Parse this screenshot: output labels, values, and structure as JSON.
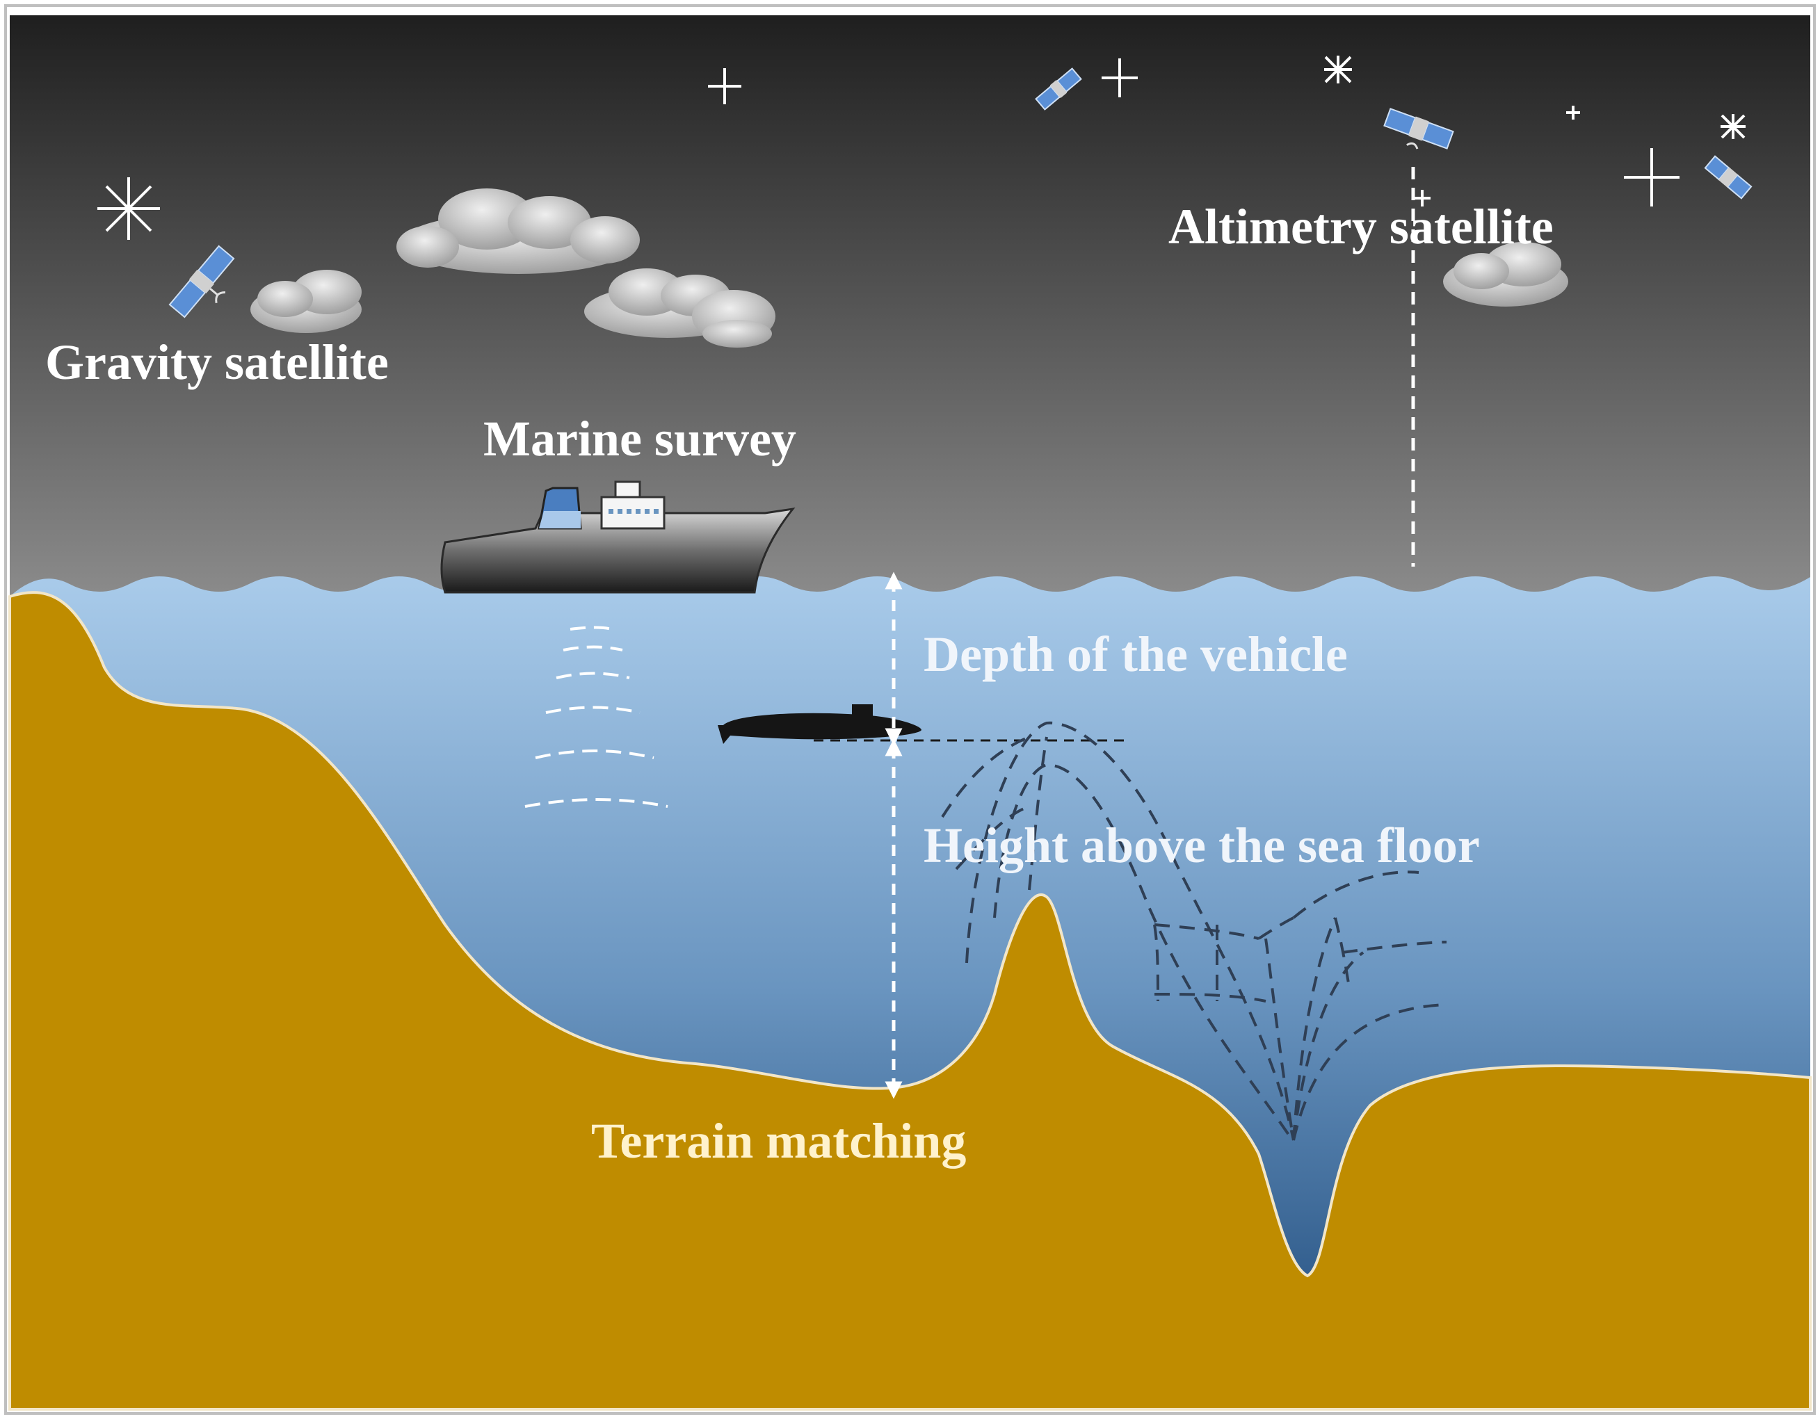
{
  "labels": {
    "gravity_satellite": "Gravity satellite",
    "altimetry_satellite": "Altimetry satellite",
    "marine_survey": "Marine survey",
    "depth_of_vehicle": "Depth of the vehicle",
    "height_above_sea_floor": "Height above the sea floor",
    "terrain_matching": "Terrain matching"
  },
  "colors": {
    "sky_top": "#1f1f1f",
    "sky_bottom": "#8c8c8c",
    "sea_top": "#a6c8e8",
    "sea_bottom": "#2d5c8c",
    "seafloor": "#bf8c00",
    "label_white": "#ffffff",
    "label_terrain": "#fff2cc",
    "satellite_panel": "#5a8fd6"
  },
  "icons": [
    "satellite-icon",
    "star-icon",
    "cloud-icon",
    "ship-icon",
    "submarine-icon",
    "sonar-waves-icon",
    "gravity-field-lines-icon",
    "double-arrow-icon"
  ]
}
